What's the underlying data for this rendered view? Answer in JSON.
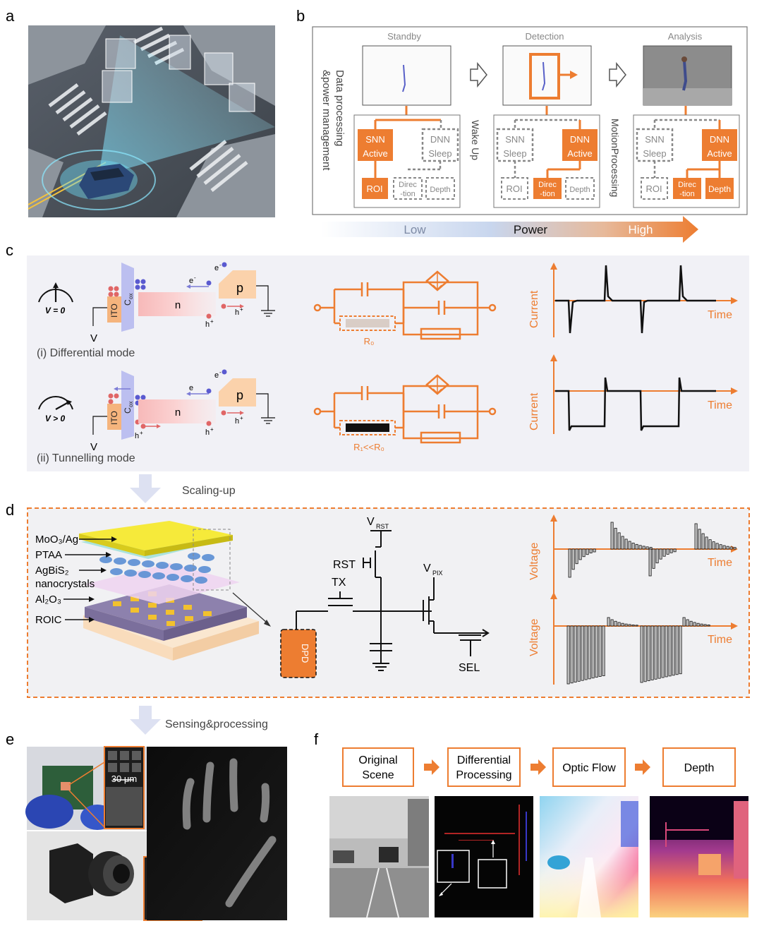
{
  "panels": {
    "a": "a",
    "b": "b",
    "c": "c",
    "d": "d",
    "e": "e",
    "f": "f"
  },
  "b": {
    "side_label_1": "Data processing",
    "side_label_2": "&power management",
    "stages": [
      {
        "title": "Standby",
        "side": "",
        "snn": "SNN",
        "snn_state": "Active",
        "dnn": "DNN",
        "dnn_state": "Sleep",
        "roi": "ROI",
        "dir1": "Direc",
        "dir2": "-tion",
        "depth": "Depth"
      },
      {
        "title": "Detection",
        "side": "Wake Up",
        "snn": "SNN",
        "snn_state": "Sleep",
        "dnn": "DNN",
        "dnn_state": "Active",
        "roi": "ROI",
        "dir1": "Direc",
        "dir2": "-tion",
        "depth": "Depth"
      },
      {
        "title": "Analysis",
        "side": "MotionProcessing",
        "snn": "SNN",
        "snn_state": "Sleep",
        "dnn": "DNN",
        "dnn_state": "Active",
        "roi": "ROI",
        "dir1": "Direc",
        "dir2": "-tion",
        "depth": "Depth"
      }
    ],
    "power": {
      "low": "Low",
      "mid": "Power",
      "high": "High"
    }
  },
  "c": {
    "v0": "V = 0",
    "vpos": "V > 0",
    "ito": "ITO",
    "cox": "C",
    "cox_sub": "ox",
    "n": "n",
    "p": "p",
    "electron": "e",
    "electron_minus": "e",
    "hole": "h",
    "sup_minus": "-",
    "sup_plus": "+",
    "V": "V",
    "mode1": "(i) Differential mode",
    "mode2": "(ii) Tunnelling mode",
    "r0": "R₀",
    "r1": "R₁<<R₀",
    "current": "Current",
    "time": "Time"
  },
  "arrows": {
    "scaling": "Scaling-up",
    "sensing": "Sensing&processing"
  },
  "d": {
    "layers": [
      "MoO₃/Ag",
      "PTAA",
      "AgBiS₂",
      "nanocrystals",
      "Al₂O₃",
      "ROIC"
    ],
    "vrst": "V",
    "vrst_sub": "RST",
    "vpix": "V",
    "vpix_sub": "PIX",
    "rst": "RST",
    "tx": "TX",
    "sel": "SEL",
    "dpd": "DPD",
    "voltage": "Voltage",
    "time": "Time"
  },
  "e": {
    "scale": "30 μm"
  },
  "f": {
    "steps": [
      [
        "Original",
        "Scene"
      ],
      [
        "Differential",
        "Processing"
      ],
      [
        "Optic Flow"
      ],
      [
        "Depth"
      ]
    ]
  },
  "colors": {
    "orange": "#ED7D31",
    "gray": "#888888",
    "panel_bg": "#F1F1F6"
  }
}
